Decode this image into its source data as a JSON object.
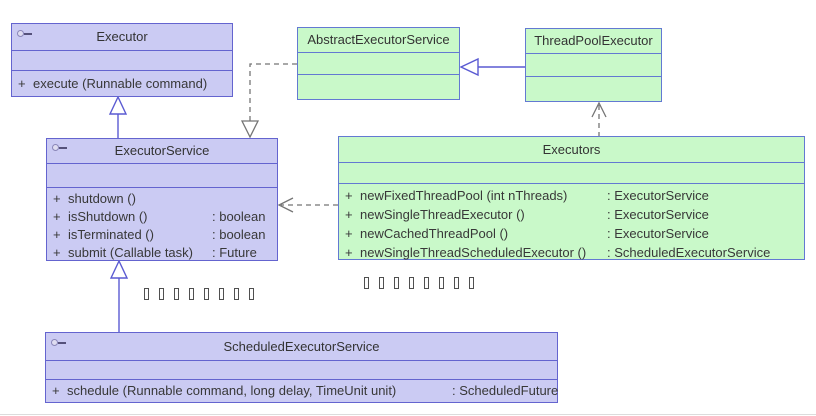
{
  "colors": {
    "interface_fill": "#cbcbf3",
    "interface_border": "#6464cf",
    "class_fill": "#c9f9c9",
    "class_border": "#6379d2",
    "generalization_line": "#5a5ad2",
    "dependency_line": "#757575",
    "text": "#383838"
  },
  "classes": {
    "executor": {
      "kind": "interface",
      "name": "Executor",
      "methods": [
        {
          "plus": "+",
          "name": "execute (Runnable command)",
          "type": ""
        }
      ]
    },
    "abstract_executor_service": {
      "kind": "class",
      "name": "AbstractExecutorService",
      "methods": []
    },
    "thread_pool_executor": {
      "kind": "class",
      "name": "ThreadPoolExecutor",
      "methods": []
    },
    "executor_service": {
      "kind": "interface",
      "name": "ExecutorService",
      "methods": [
        {
          "plus": "+",
          "name": "shutdown ()",
          "type": ""
        },
        {
          "plus": "+",
          "name": "isShutdown ()",
          "type": ": boolean"
        },
        {
          "plus": "+",
          "name": "isTerminated ()",
          "type": ": boolean"
        },
        {
          "plus": "+",
          "name": "submit (Callable task)",
          "type": ": Future"
        }
      ]
    },
    "executors": {
      "kind": "class",
      "name": "Executors",
      "methods": [
        {
          "plus": "+",
          "name": "newFixedThreadPool (int nThreads)",
          "type": ": ExecutorService"
        },
        {
          "plus": "+",
          "name": "newSingleThreadExecutor ()",
          "type": ": ExecutorService"
        },
        {
          "plus": "+",
          "name": "newCachedThreadPool ()",
          "type": ": ExecutorService"
        },
        {
          "plus": "+",
          "name": "newSingleThreadScheduledExecutor ()",
          "type": ": ScheduledExecutorService"
        }
      ]
    },
    "scheduled_executor_service": {
      "kind": "interface",
      "name": "ScheduledExecutorService",
      "methods": [
        {
          "plus": "+",
          "name": "schedule (Runnable command, long delay, TimeUnit unit)",
          "type": ": ScheduledFuture"
        }
      ]
    }
  },
  "relationships": [
    {
      "type": "generalization",
      "from": "ExecutorService",
      "to": "Executor",
      "line": "solid",
      "arrow": "hollow-triangle"
    },
    {
      "type": "generalization",
      "from": "ScheduledExecutorService",
      "to": "ExecutorService",
      "line": "solid",
      "arrow": "hollow-triangle"
    },
    {
      "type": "generalization",
      "from": "ThreadPoolExecutor",
      "to": "AbstractExecutorService",
      "line": "solid",
      "arrow": "hollow-triangle"
    },
    {
      "type": "realization",
      "from": "AbstractExecutorService",
      "to": "ExecutorService",
      "line": "dashed",
      "arrow": "hollow-triangle"
    },
    {
      "type": "dependency",
      "from": "Executors",
      "to": "ThreadPoolExecutor",
      "line": "dashed",
      "arrow": "open"
    },
    {
      "type": "dependency",
      "from": "Executors",
      "to": "ExecutorService",
      "line": "dashed",
      "arrow": "open"
    }
  ],
  "placeholder_glyphs": {
    "count": 8,
    "note": "unrenderable-character boxes"
  }
}
